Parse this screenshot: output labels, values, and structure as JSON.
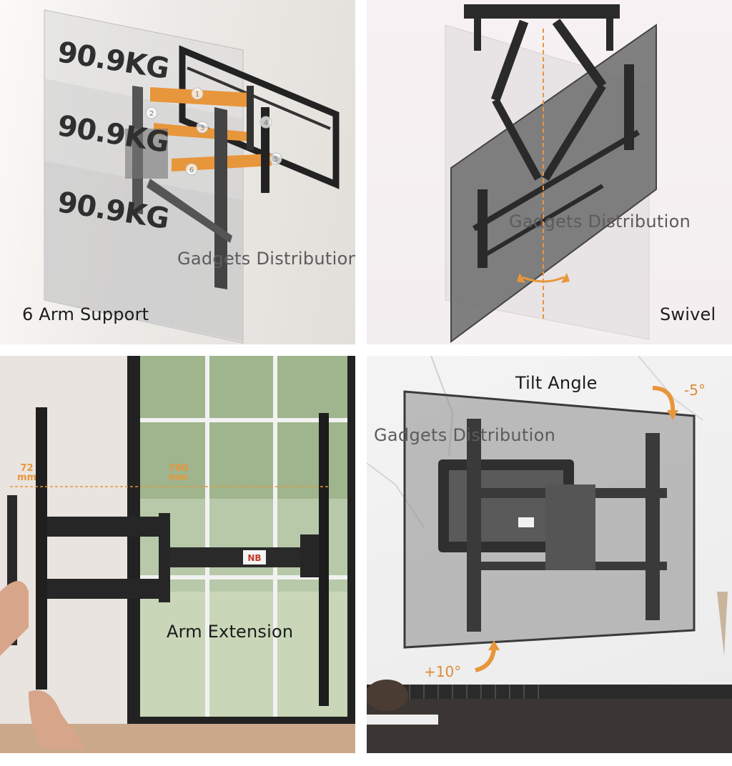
{
  "panels": {
    "arm_support": {
      "caption": "6 Arm Support",
      "watermark": "Gadgets Distribution",
      "weights": [
        "90.9KG",
        "90.9KG",
        "90.9KG"
      ],
      "arm_numbers": [
        "1",
        "2",
        "3",
        "4",
        "5",
        "6"
      ]
    },
    "swivel": {
      "caption": "Swivel",
      "watermark": "Gadgets Distribution"
    },
    "arm_extension": {
      "caption": "Arm Extension",
      "depth_value": "72",
      "depth_unit": "mm",
      "extension_value": "700",
      "extension_unit": "mm",
      "brand_badge": "NB"
    },
    "tilt": {
      "title": "Tilt Angle",
      "watermark": "Gadgets Distribution",
      "tilt_down": "-5°",
      "tilt_up": "+10°"
    }
  },
  "colors": {
    "accent_orange": "#e8963c",
    "bracket_black": "#2a2a2a",
    "tv_glass": "#6f6f6f"
  }
}
